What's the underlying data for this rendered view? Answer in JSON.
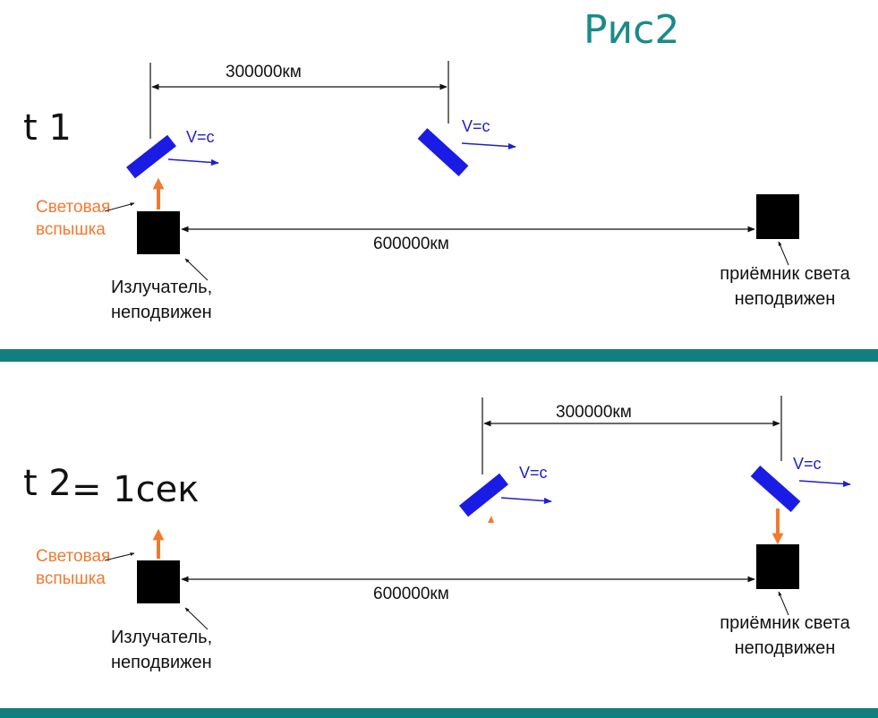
{
  "title": "Рис2",
  "colors": {
    "divider": "#137e7e",
    "mirror": "#1b1be6",
    "velocity": "#2020cc",
    "flash": "#f07a30",
    "box": "#000000"
  },
  "panel_t1": {
    "time_label": "t 1",
    "mirror_distance": "300000км",
    "emitter_receiver_distance": "600000км",
    "velocity_left": "V=c",
    "velocity_right": "V=c",
    "flash_label": [
      "Световая",
      "вспышка"
    ],
    "emitter_label": [
      "Излучатель,",
      "неподвижен"
    ],
    "receiver_label": [
      "приёмник света",
      "неподвижен"
    ]
  },
  "panel_t2": {
    "time_label": "t 2",
    "time_equals": "= 1сек",
    "mirror_distance": "300000км",
    "emitter_receiver_distance": "600000км",
    "velocity_left": "V=c",
    "velocity_right": "V=c",
    "flash_label": [
      "Световая",
      "вспышка"
    ],
    "emitter_label": [
      "Излучатель,",
      "неподвижен"
    ],
    "receiver_label": [
      "приёмник света",
      "неподвижен"
    ]
  }
}
